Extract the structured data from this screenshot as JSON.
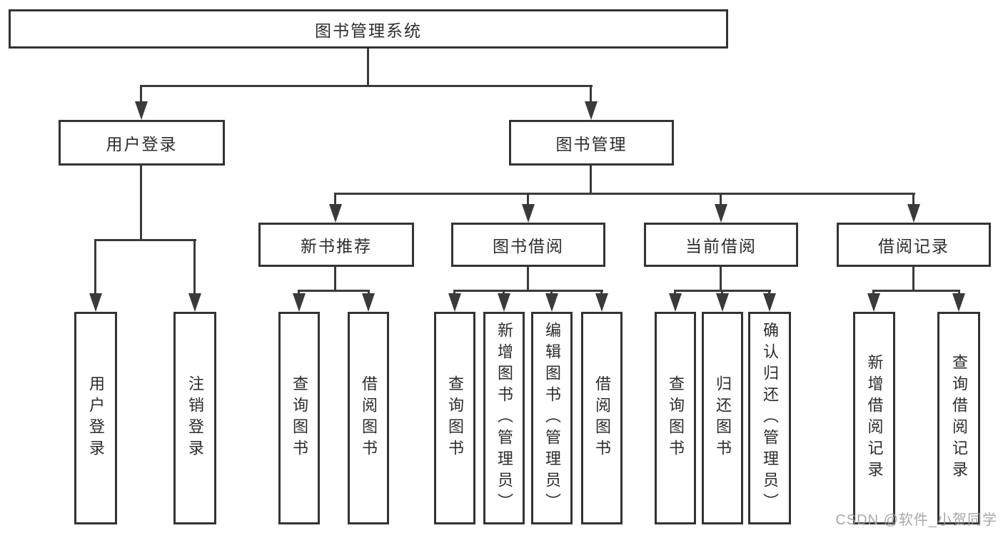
{
  "diagram": {
    "root": {
      "label": "图书管理系统"
    },
    "branches": [
      {
        "label": "用户登录",
        "leaves": [
          {
            "label": "用户登录"
          },
          {
            "label": "注销登录"
          }
        ]
      },
      {
        "label": "图书管理",
        "groups": [
          {
            "label": "新书推荐",
            "leaves": [
              {
                "label": "查询图书"
              },
              {
                "label": "借阅图书"
              }
            ]
          },
          {
            "label": "图书借阅",
            "leaves": [
              {
                "label": "查询图书"
              },
              {
                "label": "新增图书（管理员）"
              },
              {
                "label": "编辑图书（管理员）"
              },
              {
                "label": "借阅图书"
              }
            ]
          },
          {
            "label": "当前借阅",
            "leaves": [
              {
                "label": "查询图书"
              },
              {
                "label": "归还图书"
              },
              {
                "label": "确认归还（管理员）"
              }
            ]
          },
          {
            "label": "借阅记录",
            "leaves": [
              {
                "label": "新增借阅记录"
              },
              {
                "label": "查询借阅记录"
              }
            ]
          }
        ]
      }
    ]
  },
  "watermark": {
    "text": "CSDN @软件_小贺同学"
  },
  "colors": {
    "line": "#3a3a3a",
    "box_border": "#333333",
    "box_fill": "#ffffff",
    "text": "#2c2c2c",
    "watermark": "#9e9e9e"
  }
}
